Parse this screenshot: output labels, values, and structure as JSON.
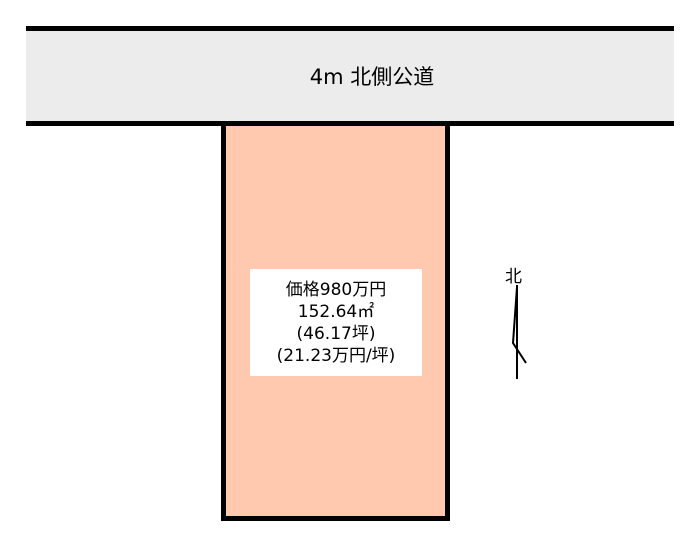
{
  "road": {
    "label": "4m 北側公道",
    "fill_color": "#ececec"
  },
  "lot": {
    "fill_color": "#fec9ae",
    "price": "価格980万円",
    "area_sqm": "152.64㎡",
    "area_tsubo": "(46.17坪)",
    "price_per_tsubo": "(21.23万円/坪)"
  },
  "compass": {
    "label": "北",
    "icon": "north-arrow-icon"
  }
}
